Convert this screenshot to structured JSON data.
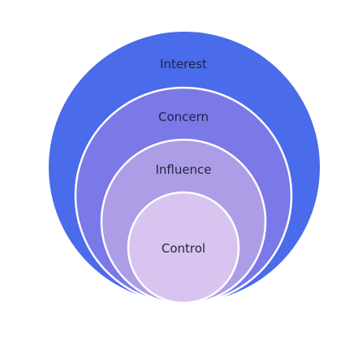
{
  "diagram": {
    "circles": [
      {
        "label": "Interest",
        "color": "#4a6bea"
      },
      {
        "label": "Concern",
        "color": "#7b78e8"
      },
      {
        "label": "Influence",
        "color": "#ad9de6"
      },
      {
        "label": "Control",
        "color": "#d9c4ef"
      }
    ],
    "border_color": "#ffffff"
  }
}
